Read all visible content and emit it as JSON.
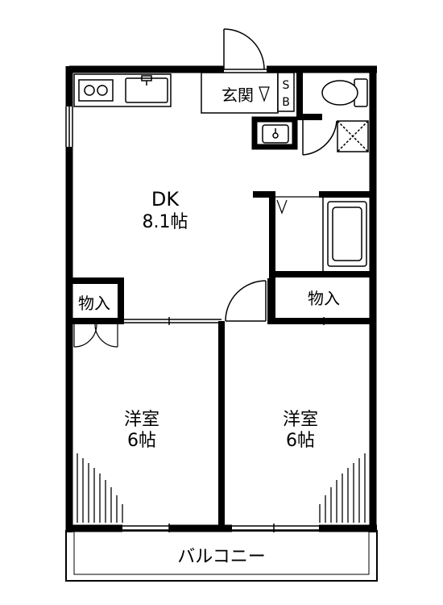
{
  "rooms": {
    "dk": {
      "name": "DK",
      "size": "8.1帖"
    },
    "western_left": {
      "name": "洋室",
      "size": "6帖"
    },
    "western_right": {
      "name": "洋室",
      "size": "6帖"
    },
    "closet_left": {
      "label": "物入"
    },
    "closet_right": {
      "label": "物入"
    },
    "entrance": {
      "label": "玄関"
    },
    "shoe_box": {
      "line1": "S",
      "line2": "B"
    },
    "balcony": {
      "label": "バルコニー"
    }
  },
  "icons": [
    "stove-icon",
    "kitchen-sink-icon",
    "toilet-icon",
    "washbasin-icon",
    "washing-machine-pan-icon",
    "bathtub-icon"
  ],
  "colors": {
    "wall": "#000000",
    "background": "#ffffff",
    "fixture_fill": "#ffffff"
  }
}
